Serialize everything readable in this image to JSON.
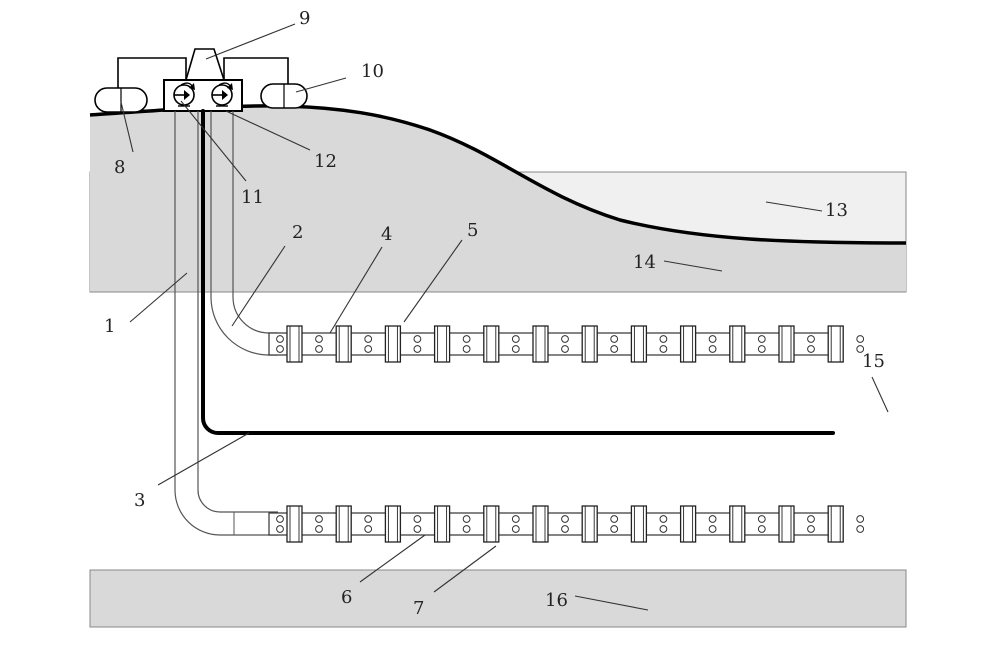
{
  "colors": {
    "background": "#ffffff",
    "layer_gray": "#d9d9d9",
    "layer_light": "#f0f0f0",
    "stroke": "#000000",
    "pipe_fill": "#ffffff"
  },
  "callouts": [
    {
      "id": "c1",
      "text": "1"
    },
    {
      "id": "c2",
      "text": "2"
    },
    {
      "id": "c3",
      "text": "3"
    },
    {
      "id": "c4",
      "text": "4"
    },
    {
      "id": "c5",
      "text": "5"
    },
    {
      "id": "c6",
      "text": "6"
    },
    {
      "id": "c7",
      "text": "7"
    },
    {
      "id": "c8",
      "text": "8"
    },
    {
      "id": "c9",
      "text": "9"
    },
    {
      "id": "c10",
      "text": "10"
    },
    {
      "id": "c11",
      "text": "11"
    },
    {
      "id": "c12",
      "text": "12"
    },
    {
      "id": "c13",
      "text": "13"
    },
    {
      "id": "c14",
      "text": "14"
    },
    {
      "id": "c15",
      "text": "15"
    },
    {
      "id": "c16",
      "text": "16"
    }
  ],
  "upper_lateral": {
    "packer_count": 12
  },
  "lower_lateral": {
    "packer_count": 12
  }
}
